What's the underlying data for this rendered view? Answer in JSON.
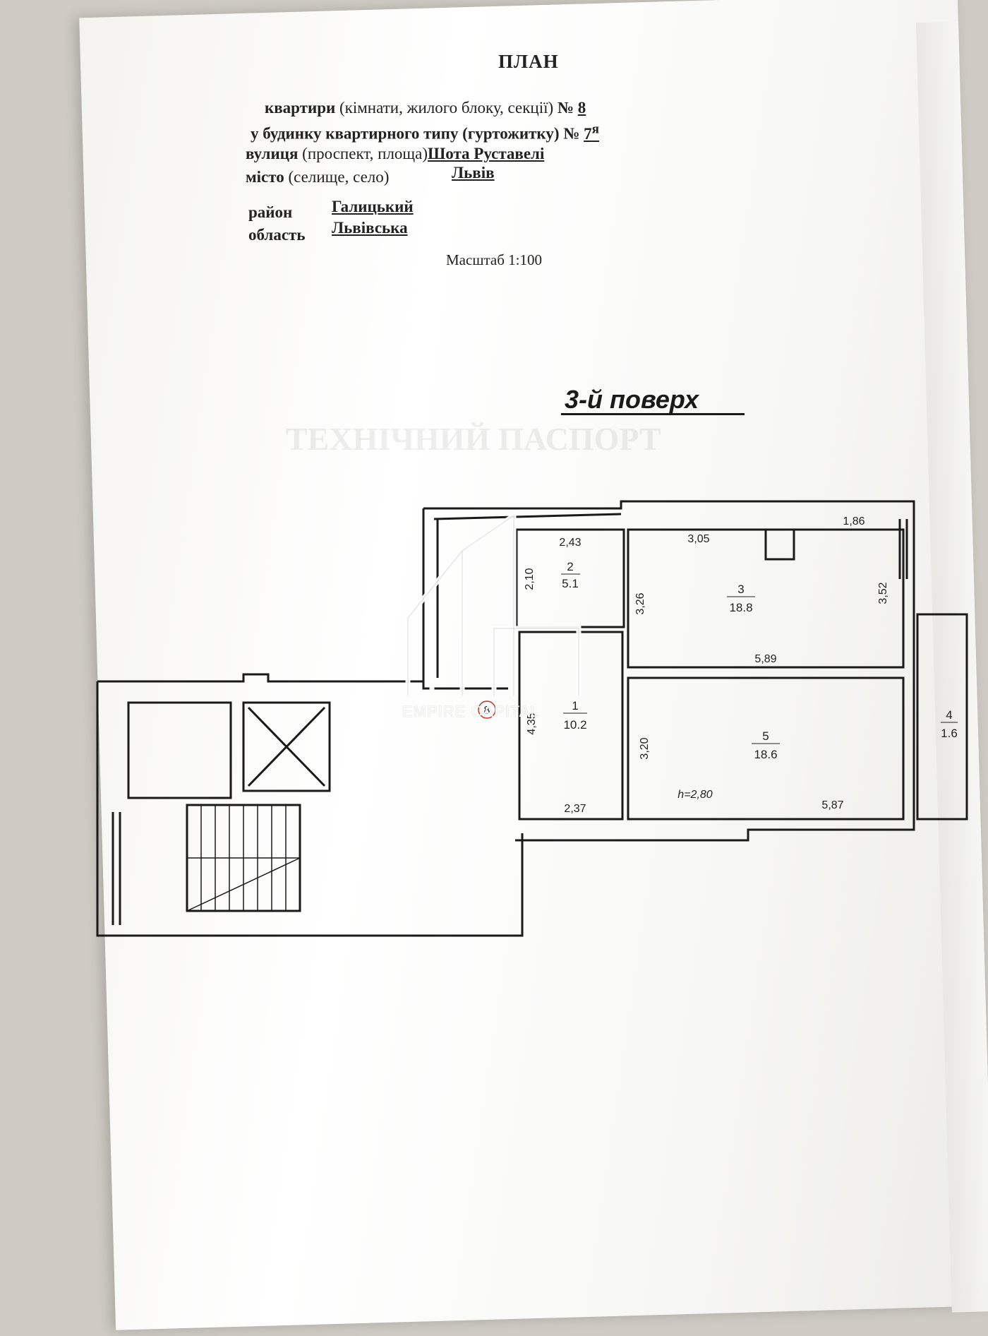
{
  "header": {
    "title": "ПЛАН",
    "line1_prefix": "квартири",
    "line1_middle": "(кімнати, жилого блоку, секції)",
    "line1_no": "№",
    "line1_value": "8",
    "line2_prefix": "у  будинку квартирного типу (гуртожитку)",
    "line2_no": "№",
    "line2_value": "7",
    "line2_sup": "я",
    "line3_prefix": "вулиця",
    "line3_middle": "(проспект, площа)",
    "line3_value": "Шота Руставелі",
    "line4_prefix": "місто",
    "line4_middle": "(селище, село)",
    "line4_value": "Львів",
    "line5_prefix": "район",
    "line5_value": "Галицький",
    "line6_prefix": "область",
    "line6_value": "Львівська"
  },
  "scale_text": "Масштаб 1:100",
  "floor_label": "3-й поверх",
  "rooms": [
    {
      "number": "1",
      "area": "10.2"
    },
    {
      "number": "2",
      "area": "5.1"
    },
    {
      "number": "3",
      "area": "18.8"
    },
    {
      "number": "4",
      "area": "1.6"
    },
    {
      "number": "5",
      "area": "18.6"
    }
  ],
  "dimensions": {
    "r2_width": "2,43",
    "r2_height": "2,10",
    "r3_top_left": "3,05",
    "r3_top_right": "1,86",
    "r3_right": "3,52",
    "r3_left": "3,26",
    "r3_bottom": "5,89",
    "r1_height": "4,35",
    "r1_bottom": "2,37",
    "r5_left": "3,20",
    "r5_bottom": "5,87",
    "ceiling_height": "h=2,80"
  },
  "apartment_marker": "8",
  "watermark": "EMPIRE CAPITAL"
}
